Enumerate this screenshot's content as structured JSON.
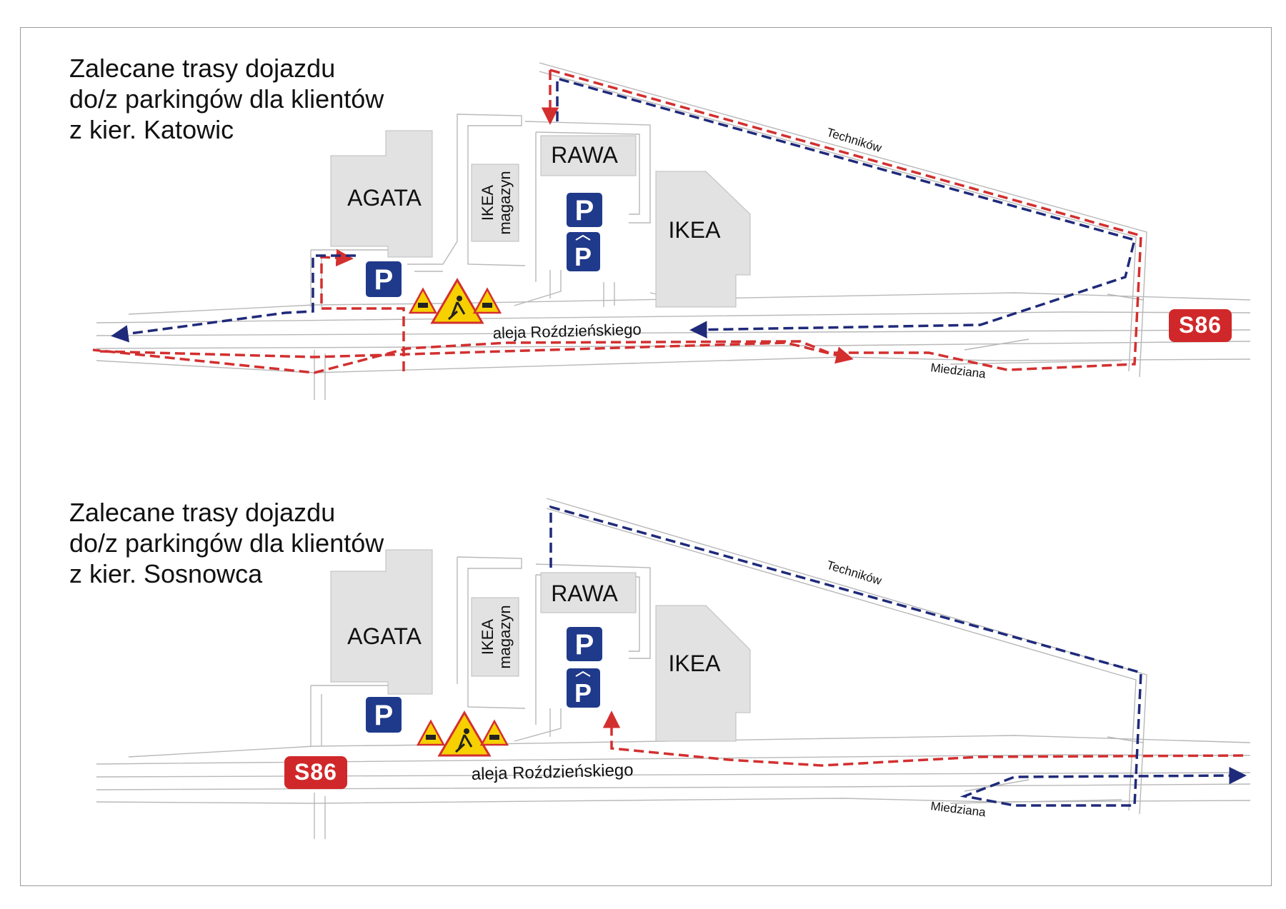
{
  "maps": [
    {
      "title_lines": [
        "Zalecane trasy dojazdu",
        "do/z parkingów dla klientów",
        "z kier. Katowic"
      ],
      "buildings": {
        "agata": "AGATA",
        "rawa": "RAWA",
        "ikea": "IKEA",
        "ikea_store_line1": "IKEA",
        "ikea_store_line2": "magazyn"
      },
      "streets": {
        "main": "aleja Roździeńskiego",
        "technikow": "Techników",
        "miedziana": "Miedziana"
      },
      "road_sign": "S86"
    },
    {
      "title_lines": [
        "Zalecane trasy dojazdu",
        "do/z parkingów dla klientów",
        "z kier. Sosnowca"
      ],
      "buildings": {
        "agata": "AGATA",
        "rawa": "RAWA",
        "ikea": "IKEA",
        "ikea_store_line1": "IKEA",
        "ikea_store_line2": "magazyn"
      },
      "streets": {
        "main": "aleja Roździeńskiego",
        "technikow": "Techników",
        "miedziana": "Miedziana"
      },
      "road_sign": "S86"
    }
  ],
  "legend_colors": {
    "route_red": "#d32f2f",
    "route_blue": "#1f2a7a",
    "parking_sign": "#1f3a8a",
    "road_sign_red": "#d0282a",
    "building_fill": "#e2e2e2"
  },
  "icons": [
    "parking-sign-icon",
    "park-and-ride-sign-icon",
    "roadworks-warning-icon",
    "traffic-jam-warning-icon",
    "s86-road-sign-icon"
  ]
}
